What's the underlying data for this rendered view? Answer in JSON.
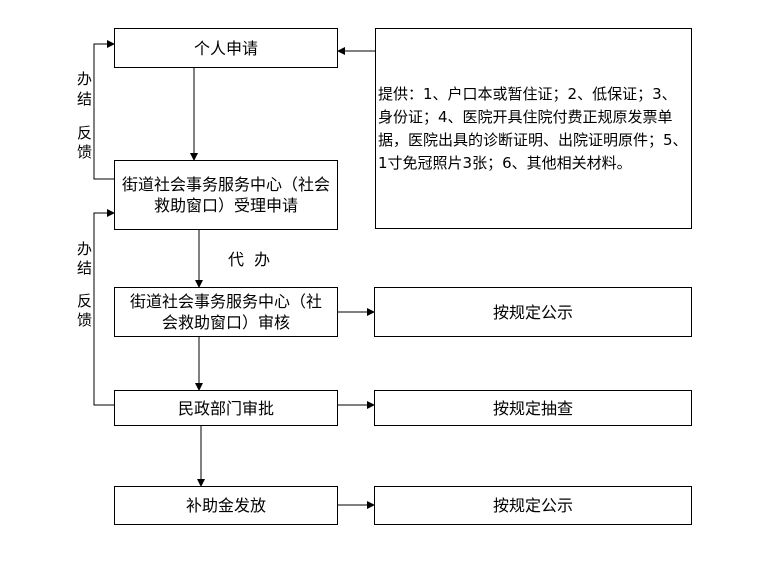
{
  "boxes": {
    "apply": "个人申请",
    "accept": "街道社会事务服务中心（社会救助窗口）受理申请",
    "review": "街道社会事务服务中心（社会救助窗口）审核",
    "approve": "民政部门审批",
    "payout": "补助金发放",
    "materials": "提供：1、户口本或暂住证；2、低保证；3、身份证；4、医院开具住院付费正规原发票单据，医院出具的诊断证明、出院证明原件；5、1寸免冠照片3张；6、其他相关材料。",
    "publicity1": "按规定公示",
    "spotcheck": "按规定抽查",
    "publicity2": "按规定公示"
  },
  "labels": {
    "agent": "代  办",
    "feedback1_a": "办",
    "feedback1_b": "结",
    "feedback1_c": "反",
    "feedback1_d": "馈",
    "feedback2_a": "办",
    "feedback2_b": "结",
    "feedback2_c": "反",
    "feedback2_d": "馈"
  }
}
